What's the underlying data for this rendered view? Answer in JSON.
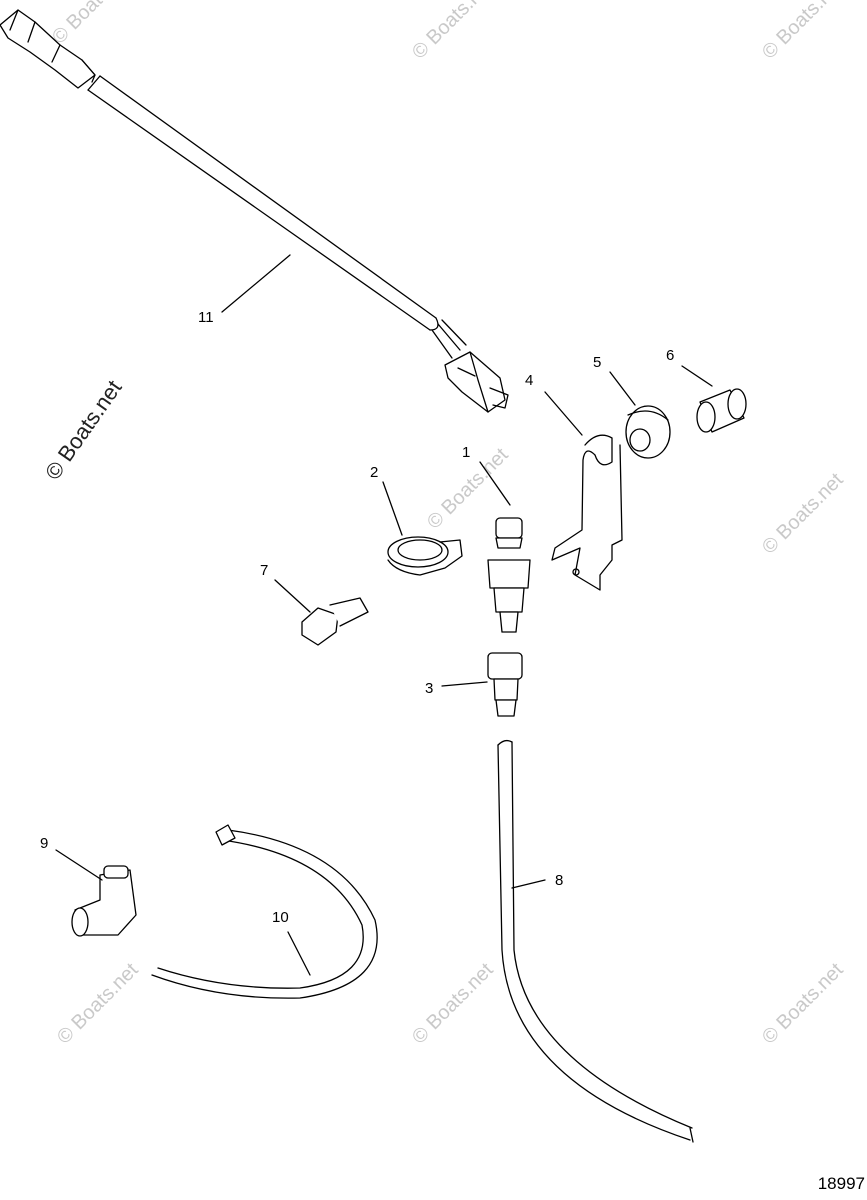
{
  "diagram": {
    "callouts": [
      "1",
      "2",
      "3",
      "4",
      "5",
      "6",
      "7",
      "8",
      "9",
      "10",
      "11"
    ],
    "figure_number": "18997",
    "watermark_large": "© Boats.net",
    "watermark_small": "© Boats.net"
  },
  "colors": {
    "line": "#000000",
    "watermark": "#c8c8c8",
    "background": "#ffffff"
  }
}
